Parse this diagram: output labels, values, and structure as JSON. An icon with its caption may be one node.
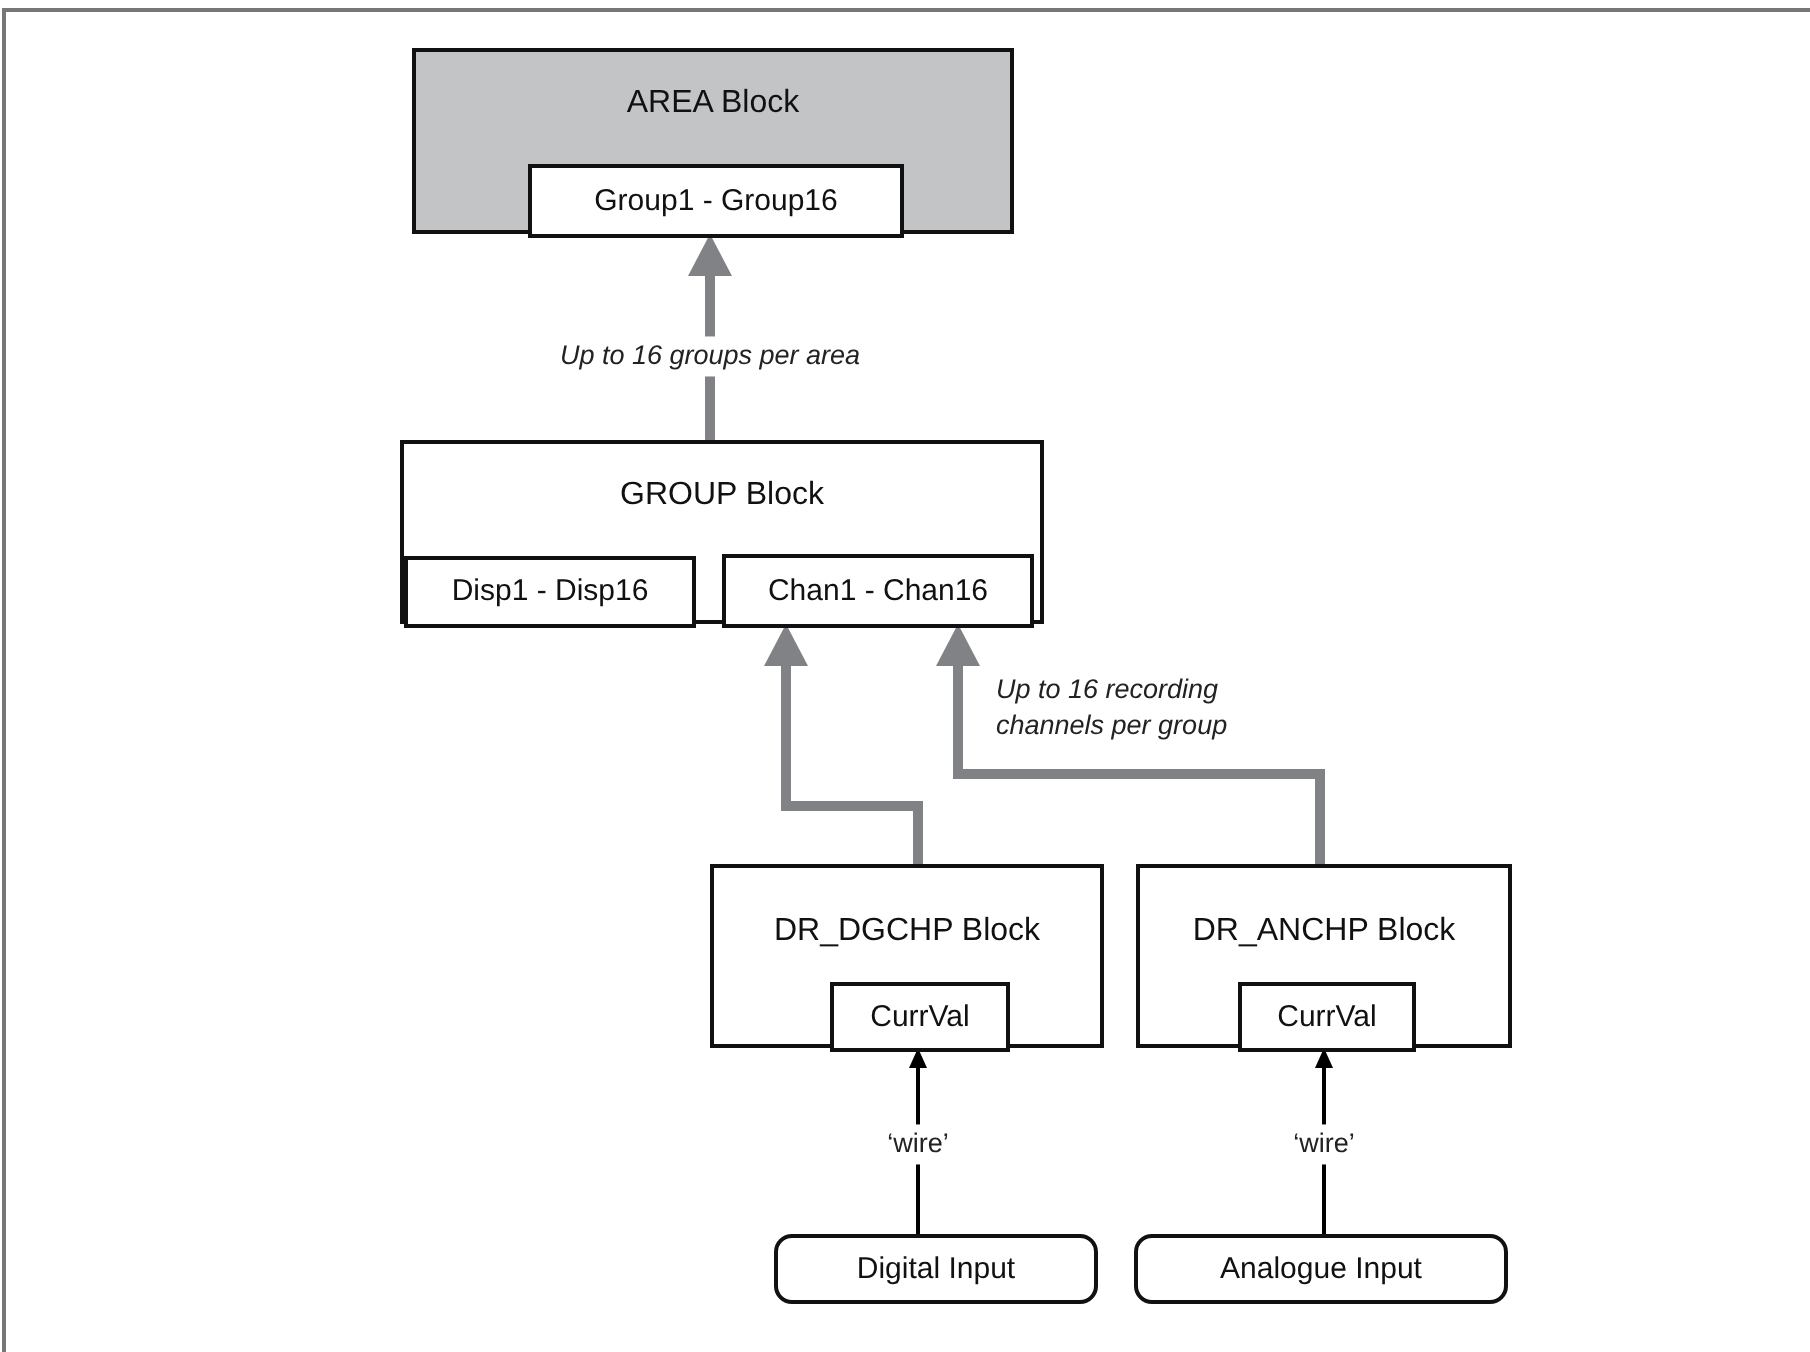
{
  "diagram": {
    "nodes": [
      {
        "text": [
          "AREA Block"
        ]
      },
      {
        "text": [
          "Group1 - Group16"
        ],
        "in": 0
      },
      {
        "text": [
          "GROUP Block"
        ]
      },
      {
        "text": [
          "Disp1 - Disp16"
        ],
        "in": 2
      },
      {
        "text": [
          "Chan1 - Chan16"
        ],
        "in": 2
      },
      {
        "text": [
          "DR_DGCHP Block"
        ]
      },
      {
        "text": [
          "CurrVal"
        ],
        "in": 5
      },
      {
        "text": [
          "DR_ANCHP Block"
        ]
      },
      {
        "text": [
          "CurrVal"
        ],
        "in": 7
      },
      {
        "text": [
          "Digital Input"
        ]
      },
      {
        "text": [
          "Analogue Input"
        ]
      }
    ],
    "edges": [
      {
        "from": 2,
        "to": 1,
        "arrow": "to",
        "label": "Up to 16 groups per area"
      },
      {
        "from": 5,
        "to": 4,
        "arrow": "to"
      },
      {
        "from": 7,
        "to": 4,
        "arrow": "to",
        "label": "Up to 16 recording channels per group"
      },
      {
        "from": 9,
        "to": 6,
        "arrow": "to",
        "label": "‘wire’",
        "color": "#000000"
      },
      {
        "from": 10,
        "to": 8,
        "arrow": "to",
        "label": "‘wire’",
        "color": "#000000"
      }
    ]
  }
}
